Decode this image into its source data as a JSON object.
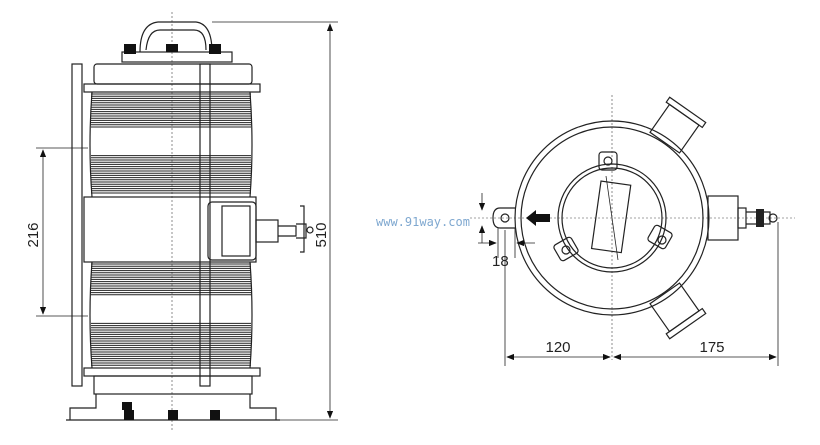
{
  "title": "Lamp dimension drawing",
  "dimensions": {
    "height_total": "510",
    "lens_height": "216",
    "radius_left": "120",
    "radius_right": "175",
    "lug_width": "18"
  },
  "watermark": "www.91way.com",
  "colors": {
    "line": "#222222",
    "watermark": "#7fa8d0"
  }
}
